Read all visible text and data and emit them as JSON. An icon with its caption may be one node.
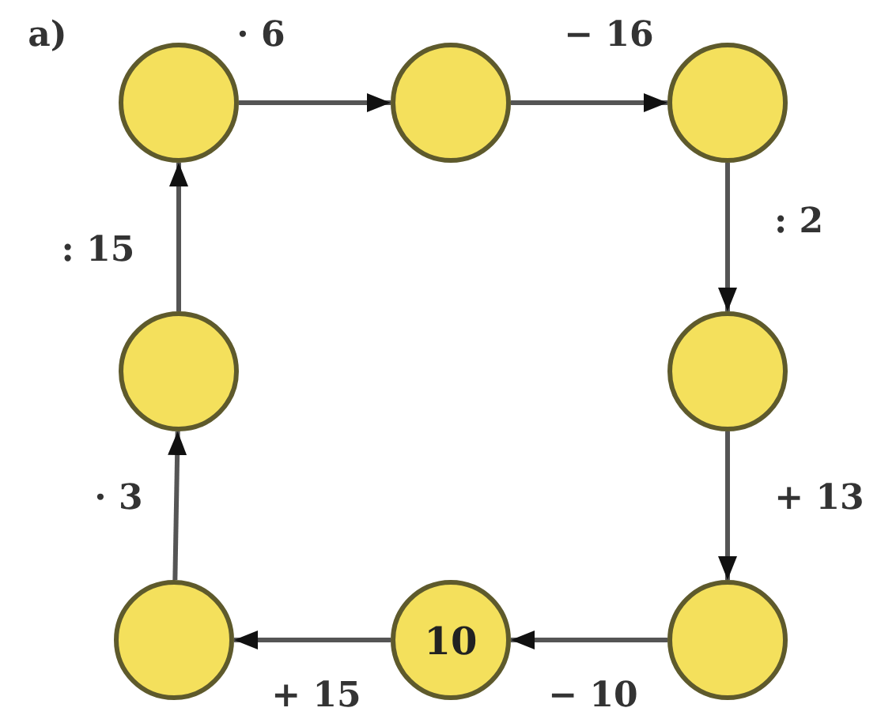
{
  "diagram": {
    "nodes": [
      {
        "text": [],
        "shape": "circle"
      },
      {
        "text": [],
        "shape": "circle"
      },
      {
        "text": [],
        "shape": "circle"
      },
      {
        "text": [],
        "shape": "circle"
      },
      {
        "text": [],
        "shape": "circle"
      },
      {
        "text": [],
        "shape": "circle"
      },
      {
        "text": [
          "10"
        ]
      },
      {
        "text": [],
        "shape": "circle"
      }
    ],
    "edges": [
      {
        "from": 0,
        "to": 1,
        "arrow": "to",
        "label": "· 6"
      },
      {
        "from": 1,
        "to": 2,
        "arrow": "to",
        "label": "− 16"
      },
      {
        "from": 2,
        "to": 4,
        "arrow": "to",
        "label": ": 2"
      },
      {
        "from": 4,
        "to": 7,
        "arrow": "to",
        "label": "+ 13"
      },
      {
        "from": 7,
        "to": 6,
        "arrow": "to",
        "label": "− 10"
      },
      {
        "from": 6,
        "to": 5,
        "arrow": "to",
        "label": "+ 15"
      },
      {
        "from": 5,
        "to": 3,
        "arrow": "to",
        "label": "· 3"
      },
      {
        "from": 3,
        "to": 0,
        "arrow": "to",
        "label": ": 15"
      }
    ],
    "labels": [
      "a)"
    ]
  }
}
